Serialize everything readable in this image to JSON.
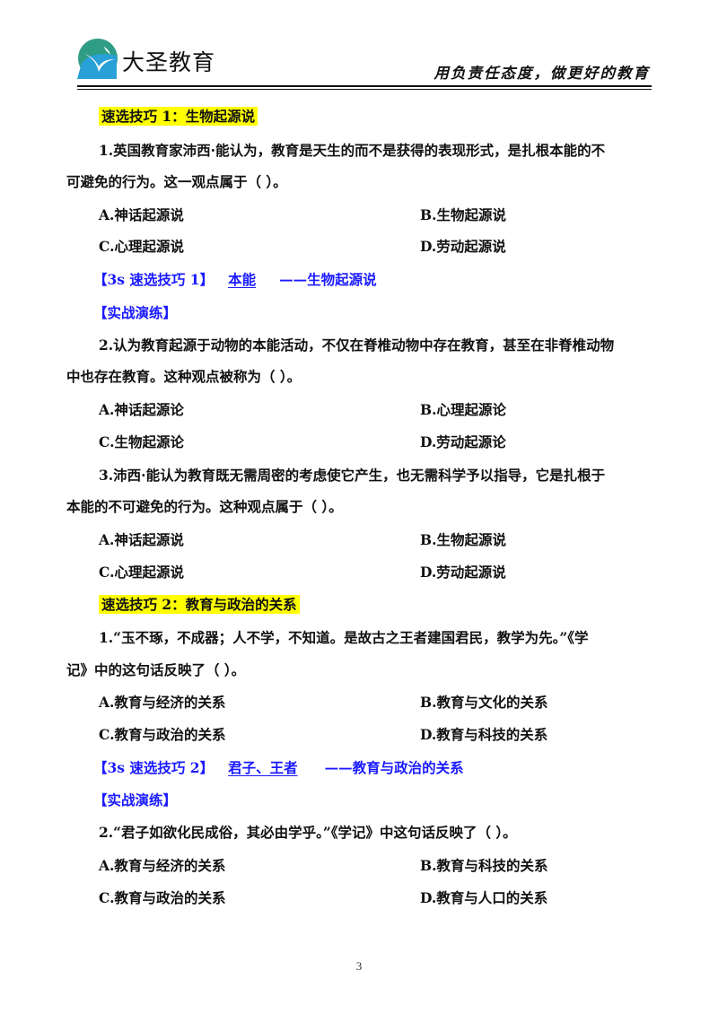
{
  "header": {
    "brand": "大圣教育",
    "slogan": "用负责任态度，做更好的教育"
  },
  "sections": [
    {
      "title": "速选技巧 1：生物起源说",
      "q1": {
        "line1": "1.英国教育家沛西·能认为，教育是天生的而不是获得的表现形式，是扎根本能的不",
        "line2": "可避免的行为。这一观点属于（    ）。",
        "a": "A.神话起源说",
        "b": "B.生物起源说",
        "c": "C.心理起源说",
        "d": "D.劳动起源说"
      },
      "tip_prefix": "【3s 速选技巧 1】",
      "tip_blank": "本能",
      "tip_suffix": "——生物起源说",
      "drill": "【实战演练】",
      "q2": {
        "line1": "2.认为教育起源于动物的本能活动，不仅在脊椎动物中存在教育，甚至在非脊椎动物",
        "line2": "中也存在教育。这种观点被称为（    ）。",
        "a": "A.神话起源论",
        "b": "B.心理起源论",
        "c": "C.生物起源论",
        "d": "D.劳动起源论"
      },
      "q3": {
        "line1": "3.沛西·能认为教育既无需周密的考虑使它产生，也无需科学予以指导，它是扎根于",
        "line2": "本能的不可避免的行为。这种观点属于（    ）。",
        "a": "A.神话起源说",
        "b": "B.生物起源说",
        "c": "C.心理起源说",
        "d": "D.劳动起源说"
      }
    },
    {
      "title": "速选技巧 2：教育与政治的关系",
      "q1": {
        "line1": "1.“玉不琢，不成器；人不学，不知道。是故古之王者建国君民，教学为先。”《学",
        "line2": "记》中的这句话反映了（    ）。",
        "a": "A.教育与经济的关系",
        "b": "B.教育与文化的关系",
        "c": "C.教育与政治的关系",
        "d": "D.教育与科技的关系"
      },
      "tip_prefix": "【3s 速选技巧 2】",
      "tip_blank": "君子、王者",
      "tip_suffix": "——教育与政治的关系",
      "drill": "【实战演练】",
      "q2": {
        "line1": "2.“君子如欲化民成俗，其必由学乎。”《学记》中这句话反映了（    ）。",
        "a": "A.教育与经济的关系",
        "b": "B.教育与科技的关系",
        "c": "C.教育与政治的关系",
        "d": "D.教育与人口的关系"
      }
    }
  ],
  "page_number": "3",
  "colors": {
    "highlight": "#ffff00",
    "tip_blue": "#1a1aff",
    "logo_teal": "#2f9c86",
    "logo_sky": "#2aa0d8"
  }
}
